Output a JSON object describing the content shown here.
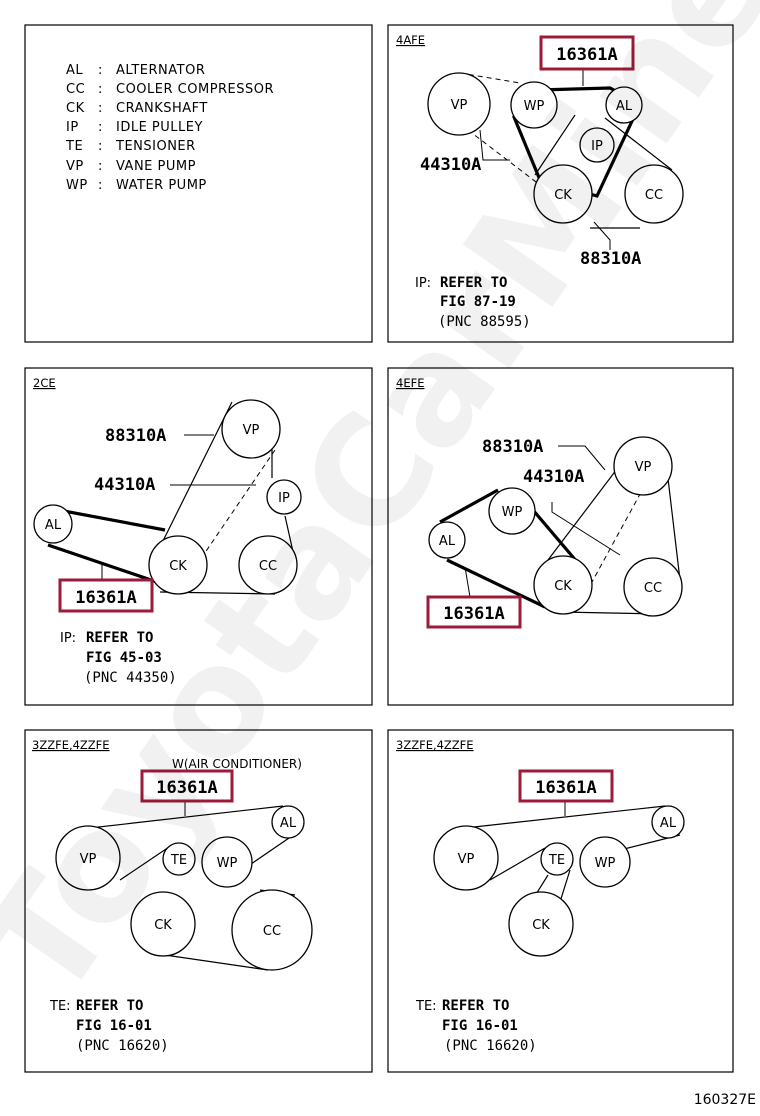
{
  "legend": [
    {
      "code": "AL",
      "sep": ":",
      "name": "ALTERNATOR"
    },
    {
      "code": "CC",
      "sep": ":",
      "name": "COOLER COMPRESSOR"
    },
    {
      "code": "CK",
      "sep": ":",
      "name": "CRANKSHAFT"
    },
    {
      "code": "IP",
      "sep": ":",
      "name": "IDLE PULLEY"
    },
    {
      "code": "TE",
      "sep": ":",
      "name": "TENSIONER"
    },
    {
      "code": "VP",
      "sep": ":",
      "name": "VANE PUMP"
    },
    {
      "code": "WP",
      "sep": ":",
      "name": "WATER PUMP"
    }
  ],
  "panels": {
    "p4afe": {
      "engine": "4AFE",
      "parts": {
        "belt_a": "16361A",
        "belt_b": "44310A",
        "belt_c": "88310A"
      },
      "note": {
        "code": "IP:",
        "line1": "REFER TO",
        "line2": "FIG 87-19",
        "line3": "(PNC 88595)"
      }
    },
    "p2ce": {
      "engine": "2CE",
      "parts": {
        "belt_a": "16361A",
        "belt_b": "44310A",
        "belt_c": "88310A"
      },
      "note": {
        "code": "IP:",
        "line1": "REFER TO",
        "line2": "FIG 45-03",
        "line3": "(PNC 44350)"
      }
    },
    "p4efe": {
      "engine": "4EFE",
      "parts": {
        "belt_a": "16361A",
        "belt_b": "44310A",
        "belt_c": "88310A"
      }
    },
    "p3zz_ac": {
      "engine": "3ZZFE,4ZZFE",
      "subtitle": "W(AIR CONDITIONER)",
      "parts": {
        "belt_a": "16361A"
      },
      "note": {
        "code": "TE:",
        "line1": "REFER TO",
        "line2": "FIG 16-01",
        "line3": "(PNC 16620)"
      }
    },
    "p3zz": {
      "engine": "3ZZFE,4ZZFE",
      "parts": {
        "belt_a": "16361A"
      },
      "note": {
        "code": "TE:",
        "line1": "REFER TO",
        "line2": "FIG 16-01",
        "line3": "(PNC 16620)"
      }
    }
  },
  "pulleys": {
    "al": "AL",
    "cc": "CC",
    "ck": "CK",
    "ip": "IP",
    "te": "TE",
    "vp": "VP",
    "wp": "WP"
  },
  "highlight_color": "#9b1b38",
  "footer_code": "160327E",
  "watermark": "ToyotaCarMine.ru"
}
